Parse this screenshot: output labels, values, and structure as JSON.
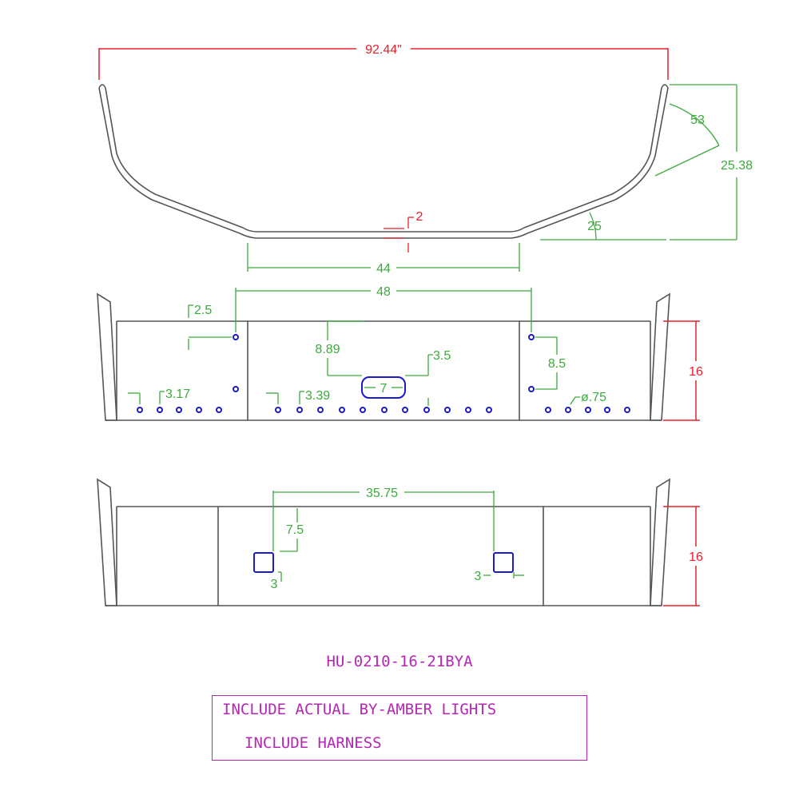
{
  "drawing": {
    "dimensions": {
      "overall_width": "92.44\"",
      "height": "25.38",
      "wing_angle": "53",
      "center_angle": "25",
      "center_offset": "2",
      "center_width": "44",
      "hole_span": "48",
      "left_offset": "2.5",
      "slot_height": "8.89",
      "slot_offset": "3.5",
      "slot_width": "7",
      "right_hole_spacing": "8.5",
      "face_height_top": "16",
      "left_hole_pitch": "3.17",
      "center_hole_pitch": "3.39",
      "hole_diameter": "ø.75",
      "light_span": "35.75",
      "light_height": "7.5",
      "light_left_size": "3",
      "light_right_size": "3",
      "face_height_bottom": "16"
    },
    "part_number": "HU-0210-16-21BYA",
    "notes": [
      "INCLUDE ACTUAL BY-AMBER LIGHTS",
      "INCLUDE HARNESS"
    ]
  },
  "colors": {
    "outline": "#555555",
    "dimension_red": "#e8202a",
    "dimension_green": "#3cab3c",
    "holes_blue": "#1a1ad0",
    "notes_magenta": "#b428b4"
  }
}
